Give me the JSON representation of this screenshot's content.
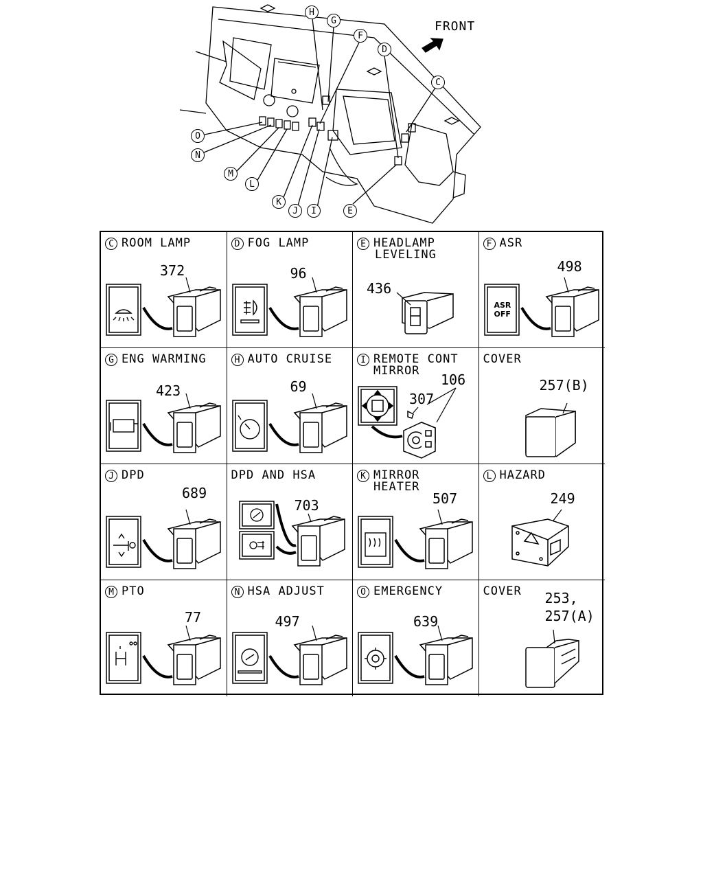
{
  "overview": {
    "front_label": "FRONT",
    "callouts": [
      "H",
      "G",
      "F",
      "D",
      "C",
      "O",
      "N",
      "M",
      "L",
      "K",
      "J",
      "I",
      "E"
    ]
  },
  "cells": [
    {
      "letter": "C",
      "title": "ROOM LAMP",
      "title2": "",
      "parts": [
        "372"
      ]
    },
    {
      "letter": "D",
      "title": "FOG LAMP",
      "title2": "",
      "parts": [
        "96"
      ]
    },
    {
      "letter": "E",
      "title": "HEADLAMP",
      "title2": "LEVELING",
      "parts": [
        "436"
      ]
    },
    {
      "letter": "F",
      "title": "ASR",
      "title2": "",
      "parts": [
        "498"
      ],
      "icon_text": [
        "ASR",
        "OFF"
      ]
    },
    {
      "letter": "G",
      "title": "ENG WARMING",
      "title2": "",
      "parts": [
        "423"
      ]
    },
    {
      "letter": "H",
      "title": "AUTO CRUISE",
      "title2": "",
      "parts": [
        "69"
      ]
    },
    {
      "letter": "I",
      "title": "REMOTE CONT",
      "title2": "MIRROR",
      "parts": [
        "106",
        "307"
      ]
    },
    {
      "letter": "",
      "title": "COVER",
      "title2": "",
      "parts": [
        "257(B)"
      ]
    },
    {
      "letter": "J",
      "title": "DPD",
      "title2": "",
      "parts": [
        "689"
      ]
    },
    {
      "letter": "",
      "title": "DPD AND HSA",
      "title2": "",
      "parts": [
        "703"
      ]
    },
    {
      "letter": "K",
      "title": "MIRROR",
      "title2": "HEATER",
      "parts": [
        "507"
      ]
    },
    {
      "letter": "L",
      "title": "HAZARD",
      "title2": "",
      "parts": [
        "249"
      ]
    },
    {
      "letter": "M",
      "title": "PTO",
      "title2": "",
      "parts": [
        "77"
      ]
    },
    {
      "letter": "N",
      "title": "HSA ADJUST",
      "title2": "",
      "parts": [
        "497"
      ]
    },
    {
      "letter": "O",
      "title": "EMERGENCY",
      "title2": "",
      "parts": [
        "639"
      ]
    },
    {
      "letter": "",
      "title": "COVER",
      "title2": "",
      "parts": [
        "253,",
        "257(A)"
      ]
    }
  ]
}
